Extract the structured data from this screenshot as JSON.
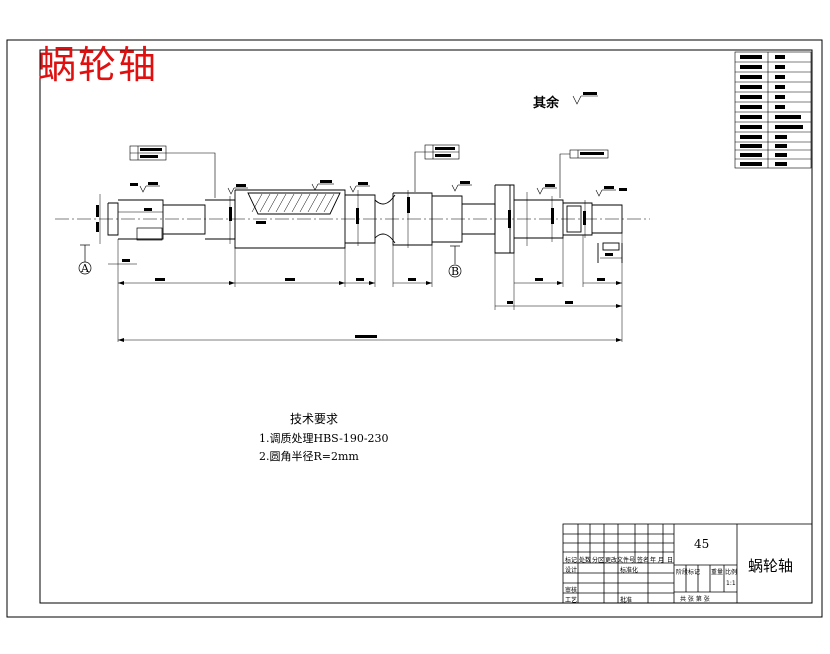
{
  "red_title": "蜗轮轴",
  "rest_label": "其余",
  "datums": [
    "A",
    "B"
  ],
  "tech_req": {
    "title": "技术要求",
    "items": [
      "1.调质处理HBS-190-230",
      "2.圆角半径R=2mm"
    ]
  },
  "title_block": {
    "material": "45",
    "part_name": "蜗轮轴",
    "scale": "1:1",
    "row_labels": [
      "标记",
      "处数",
      "分区",
      "更改文件号",
      "签名",
      "年",
      "月",
      "日"
    ],
    "design": "设计",
    "standard": "标准化",
    "review": "审核",
    "process": "工艺",
    "approve": "批准",
    "stage": "阶段标记",
    "weight": "重量",
    "ratio": "比例",
    "sheets": "共  张  第  张"
  },
  "colors": {
    "stroke": "#000000",
    "title_red": "#e01010"
  }
}
